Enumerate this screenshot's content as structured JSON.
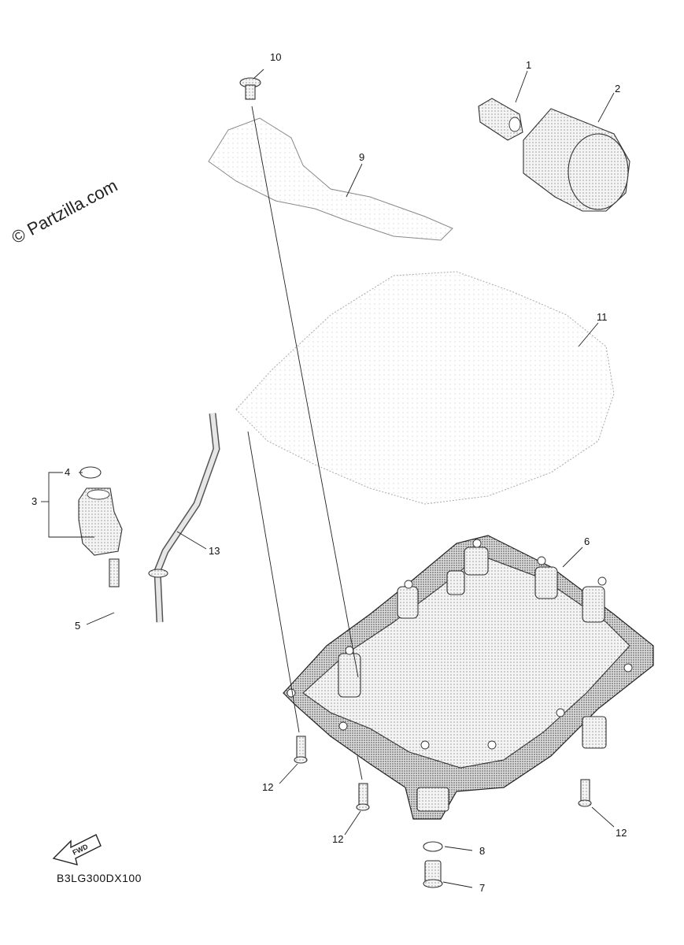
{
  "watermark": "© Partzilla.com",
  "diagram_code": "B3LG300DX100",
  "fwd_badge": "FWD",
  "callouts": {
    "c1": "1",
    "c2": "2",
    "c3": "3",
    "c4": "4",
    "c5": "5",
    "c6": "6",
    "c7": "7",
    "c8": "8",
    "c9": "9",
    "c10": "10",
    "c11": "11",
    "c12a": "12",
    "c12b": "12",
    "c12c": "12",
    "c13": "13"
  }
}
